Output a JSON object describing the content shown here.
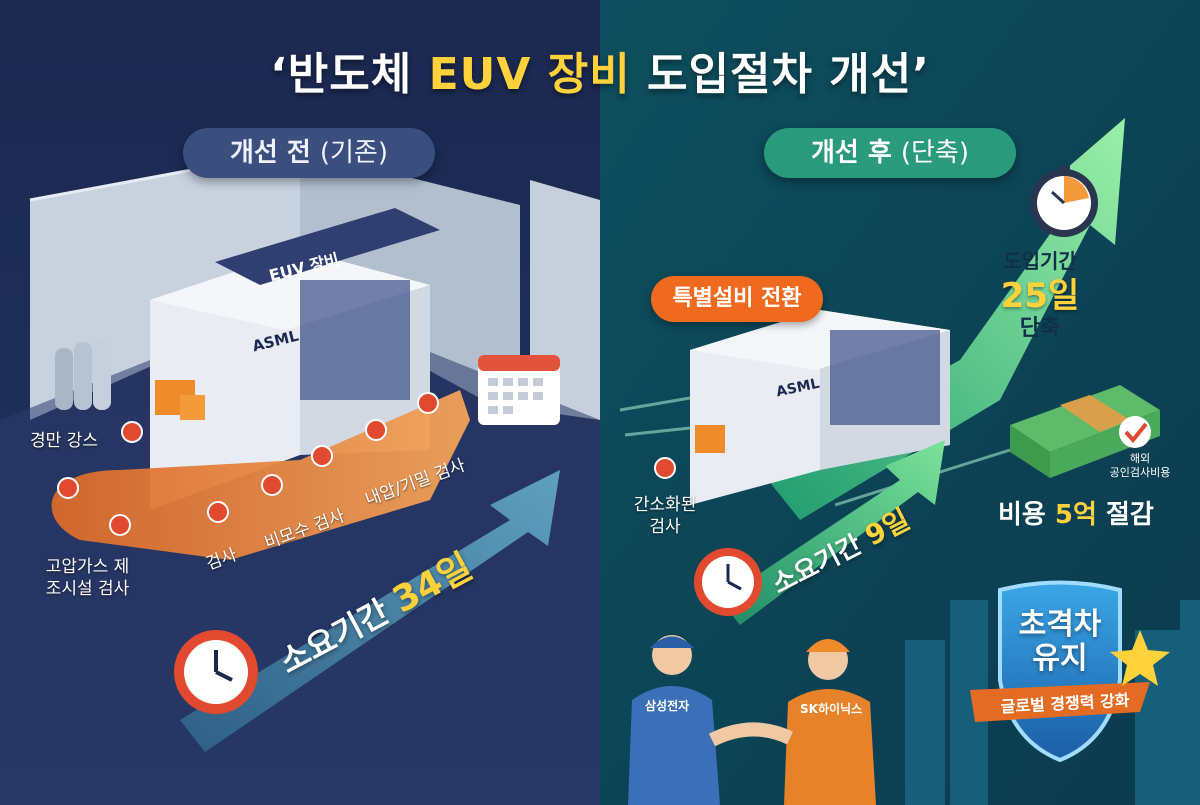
{
  "title": {
    "part1": "‘반도체 ",
    "highlight": "EUV 장비",
    "part2": " 도입절차 개선’"
  },
  "before": {
    "heading": "개선 전",
    "heading_sub": "(기존)",
    "machine_label": "EUV 장비",
    "brand": "ASML",
    "steps": [
      "경만 강스",
      "고압가스 제조시설 검사",
      "검사",
      "비모수 검사",
      "내압/기밀 검사"
    ],
    "duration_label": "소요기간 ",
    "duration_value": "34일"
  },
  "after": {
    "heading": "개선 후",
    "heading_sub": "(단축)",
    "tag": "특별설비 전환",
    "brand": "ASML",
    "simplified": "간소화된\n검사",
    "duration_label": "소요기간 ",
    "duration_value": "9일",
    "reduction_label": "도입기간",
    "reduction_value": "25일",
    "reduction_suffix": "단축",
    "cost_note": "해외\n공인검사비용",
    "cost_prefix": "비용 ",
    "cost_value": "5억",
    "cost_suffix": " 절감",
    "shield_title": "초격차\n유지",
    "shield_ribbon": "글로벌 경쟁력 강화",
    "worker_left": "삼성전자",
    "worker_right": "SK하이닉스"
  },
  "colors": {
    "left_bg": "#1d2b57",
    "right_bg": "#0f5a63",
    "accent_gold": "#ffd23c",
    "accent_orange": "#ef6a1f",
    "accent_green": "#2fb877"
  }
}
